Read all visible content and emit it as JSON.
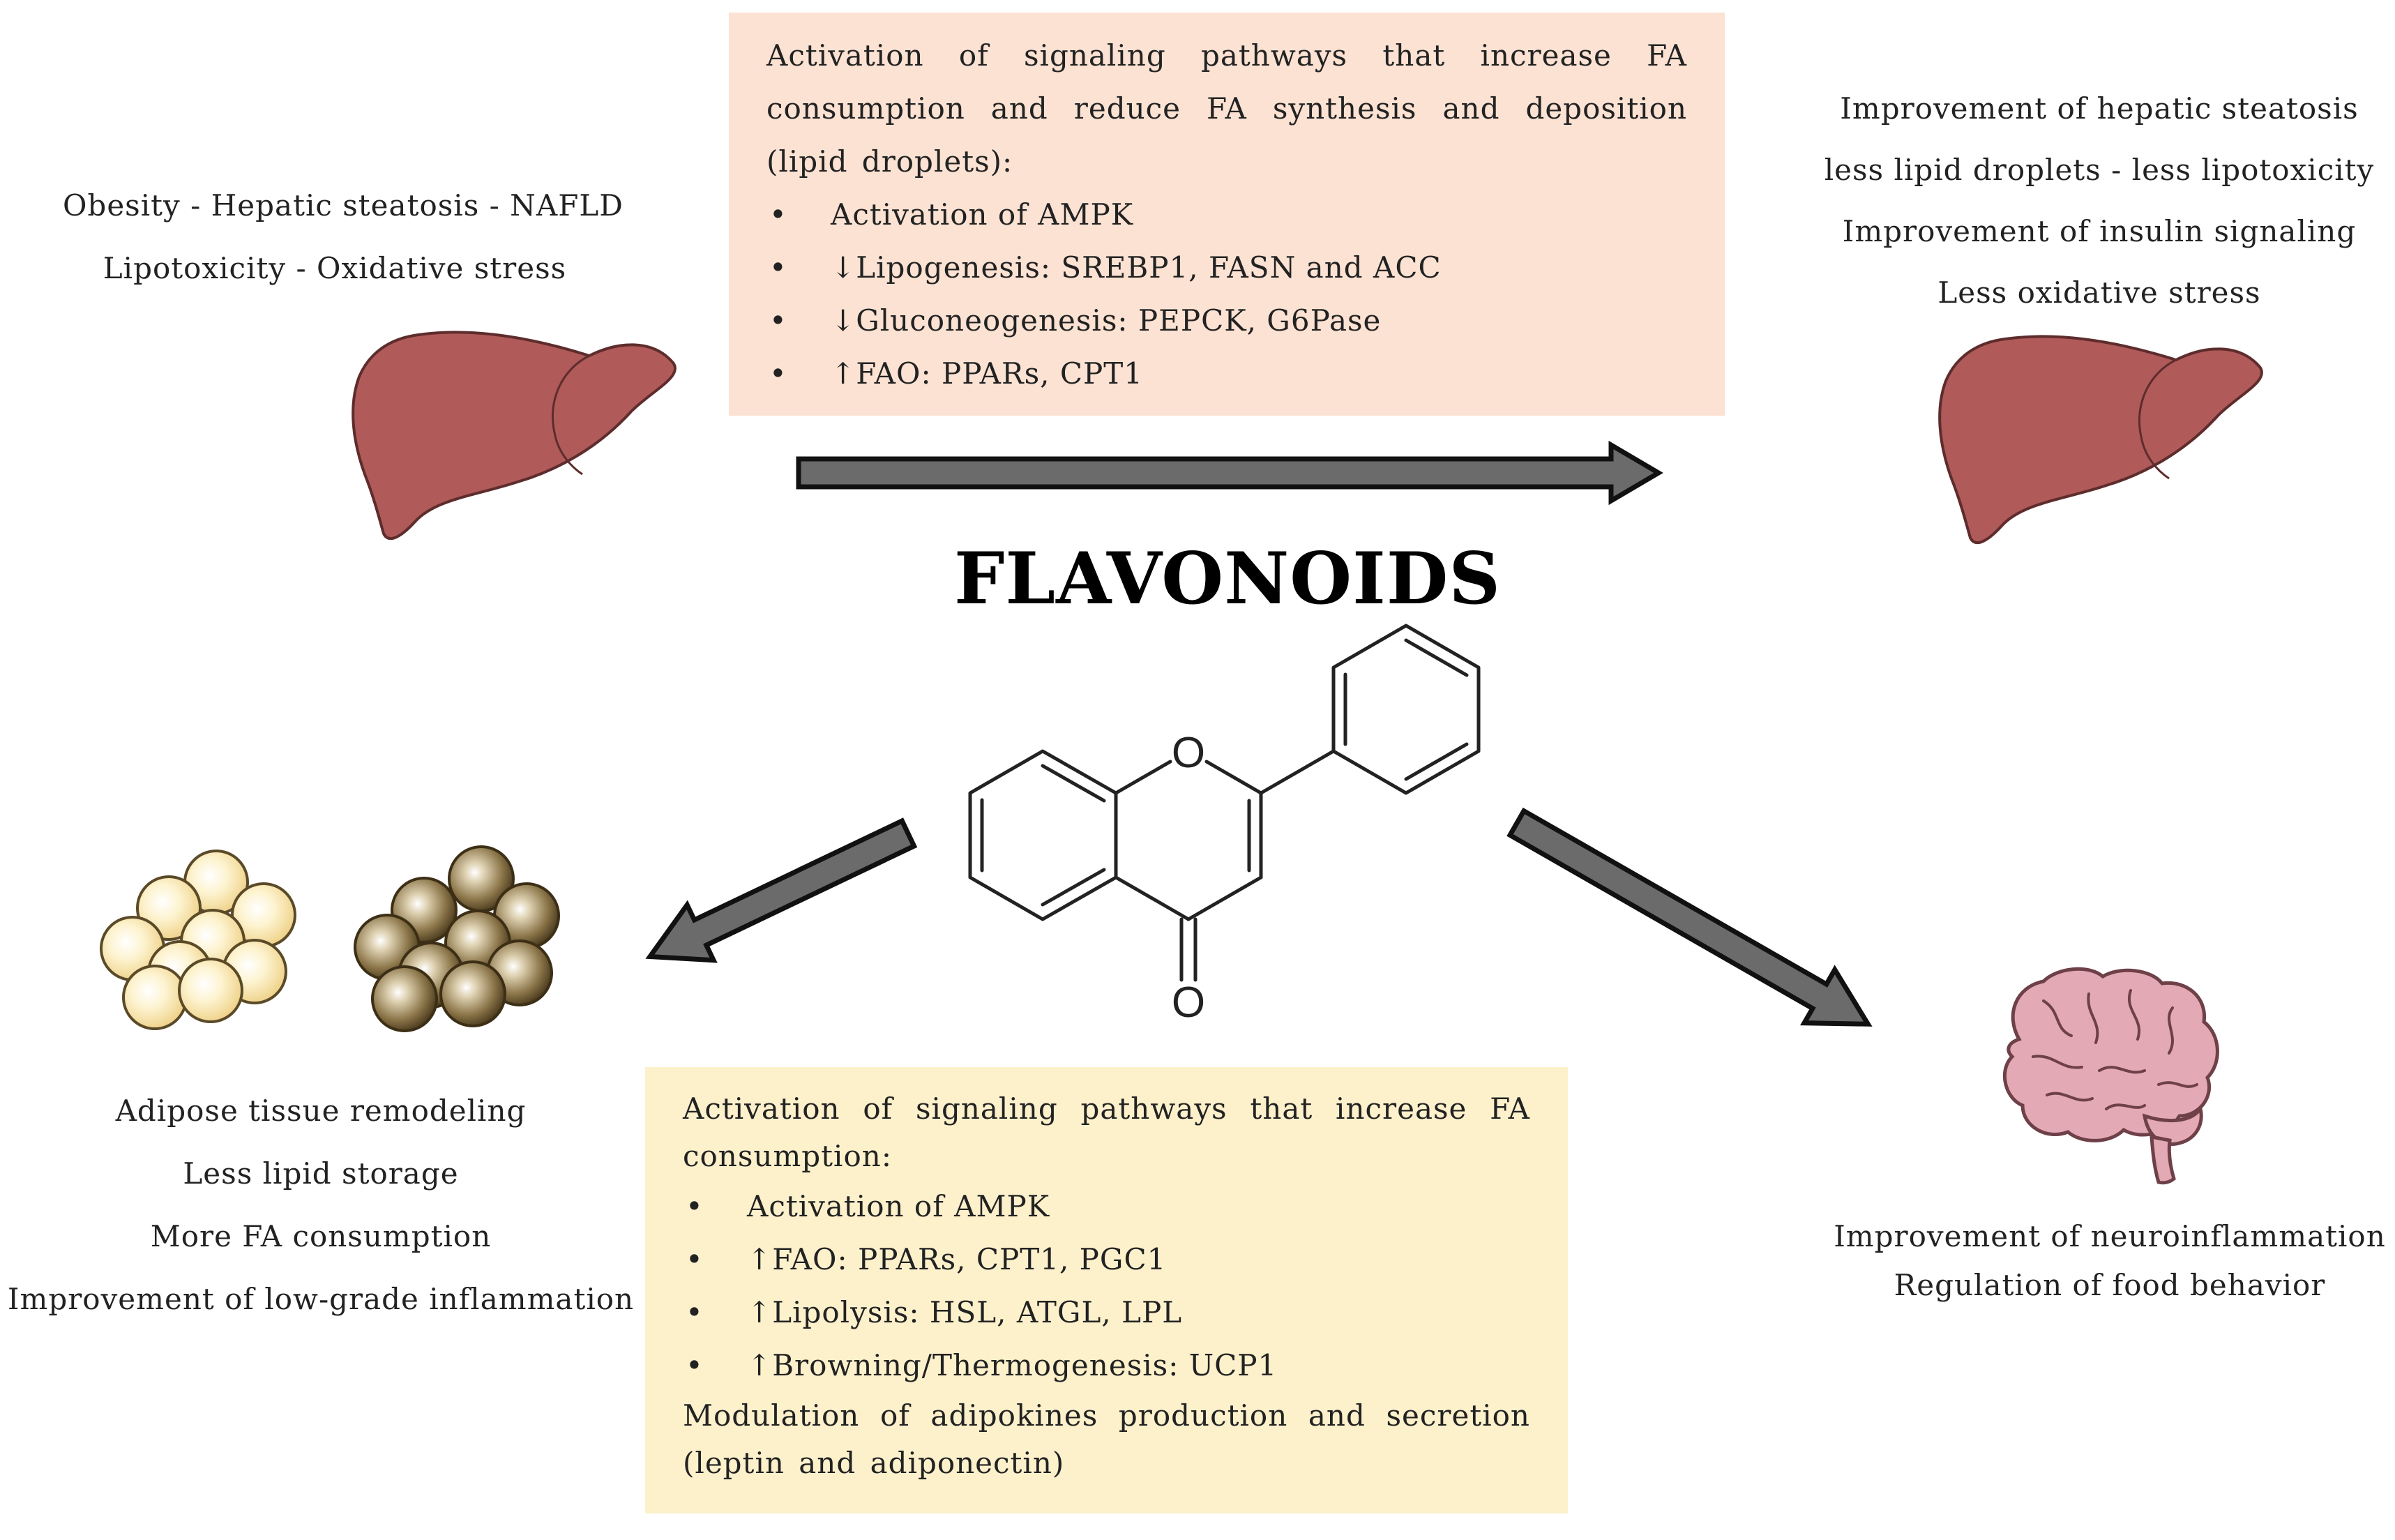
{
  "title": "FLAVONOIDS",
  "liver_actions": {
    "intro": "Activation of signaling pathways that increase FA consumption and reduce FA synthesis and deposition (lipid droplets):",
    "items": [
      "Activation of AMPK",
      "↓Lipogenesis: SREBP1, FASN and ACC",
      "↓Gluconeogenesis: PEPCK, G6Pase",
      "↑FAO: PPARs, CPT1"
    ],
    "background": "#fbe2d3"
  },
  "obesity_state": {
    "lines": [
      "Obesity - Hepatic steatosis - NAFLD",
      "Lipotoxicity - Oxidative stress"
    ]
  },
  "liver_improvement": {
    "lines": [
      "Improvement of hepatic steatosis",
      "less lipid droplets - less lipotoxicity",
      "Improvement of insulin signaling",
      "Less oxidative stress"
    ]
  },
  "adipose_effects": {
    "lines": [
      "Adipose tissue remodeling",
      "Less lipid storage",
      "More FA consumption",
      "Improvement of low-grade inflammation"
    ]
  },
  "adipose_actions": {
    "intro": "Activation of signaling pathways that increase FA consumption:",
    "items": [
      "Activation of AMPK",
      "↑FAO: PPARs, CPT1, PGC1",
      "↑Lipolysis: HSL, ATGL, LPL",
      "↑Browning/Thermogenesis: UCP1"
    ],
    "outro": "Modulation of adipokines production and secretion (leptin and adiponectin)",
    "background": "#fdf1cc"
  },
  "brain_effects": {
    "lines": [
      "Improvement of neuroinflammation",
      "Regulation of food behavior"
    ]
  },
  "molecule": {
    "oxygen_ring": "O",
    "oxygen_carbonyl": "O"
  },
  "icons": {
    "liver_before": "liver-icon",
    "liver_after": "liver-icon",
    "adipocytes_light": "white-adipocytes-icon",
    "adipocytes_dark": "brown-adipocytes-icon",
    "brain": "brain-icon"
  },
  "colors": {
    "liver": "#b05a5a",
    "arrow_fill": "#6b6b6b",
    "arrow_outline": "#111111",
    "brain": "#e3a9b4"
  }
}
